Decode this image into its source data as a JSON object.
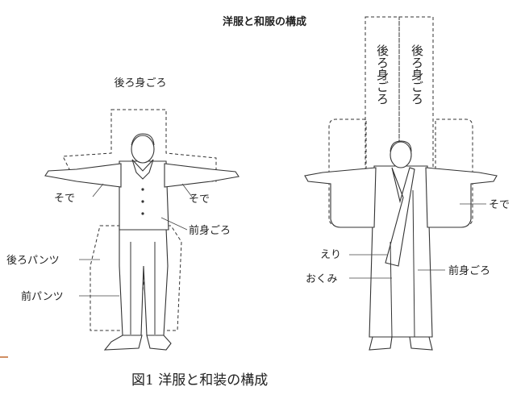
{
  "title": "洋服と和服の構成",
  "caption": "図1 洋服と和装の構成",
  "western": {
    "back_bodice": "後ろ身ごろ",
    "sleeve_left": "そで",
    "sleeve_right": "そで",
    "front_bodice": "前身ごろ",
    "back_pants": "後ろパンツ",
    "front_pants": "前パンツ"
  },
  "kimono": {
    "back_bodice_1": "後ろ身ごろ",
    "back_bodice_2": "後ろ身ごろ",
    "sleeve": "そで",
    "collar": "えり",
    "okumi": "おくみ",
    "front_bodice": "前身ごろ"
  },
  "accent_color": "#c0692f"
}
